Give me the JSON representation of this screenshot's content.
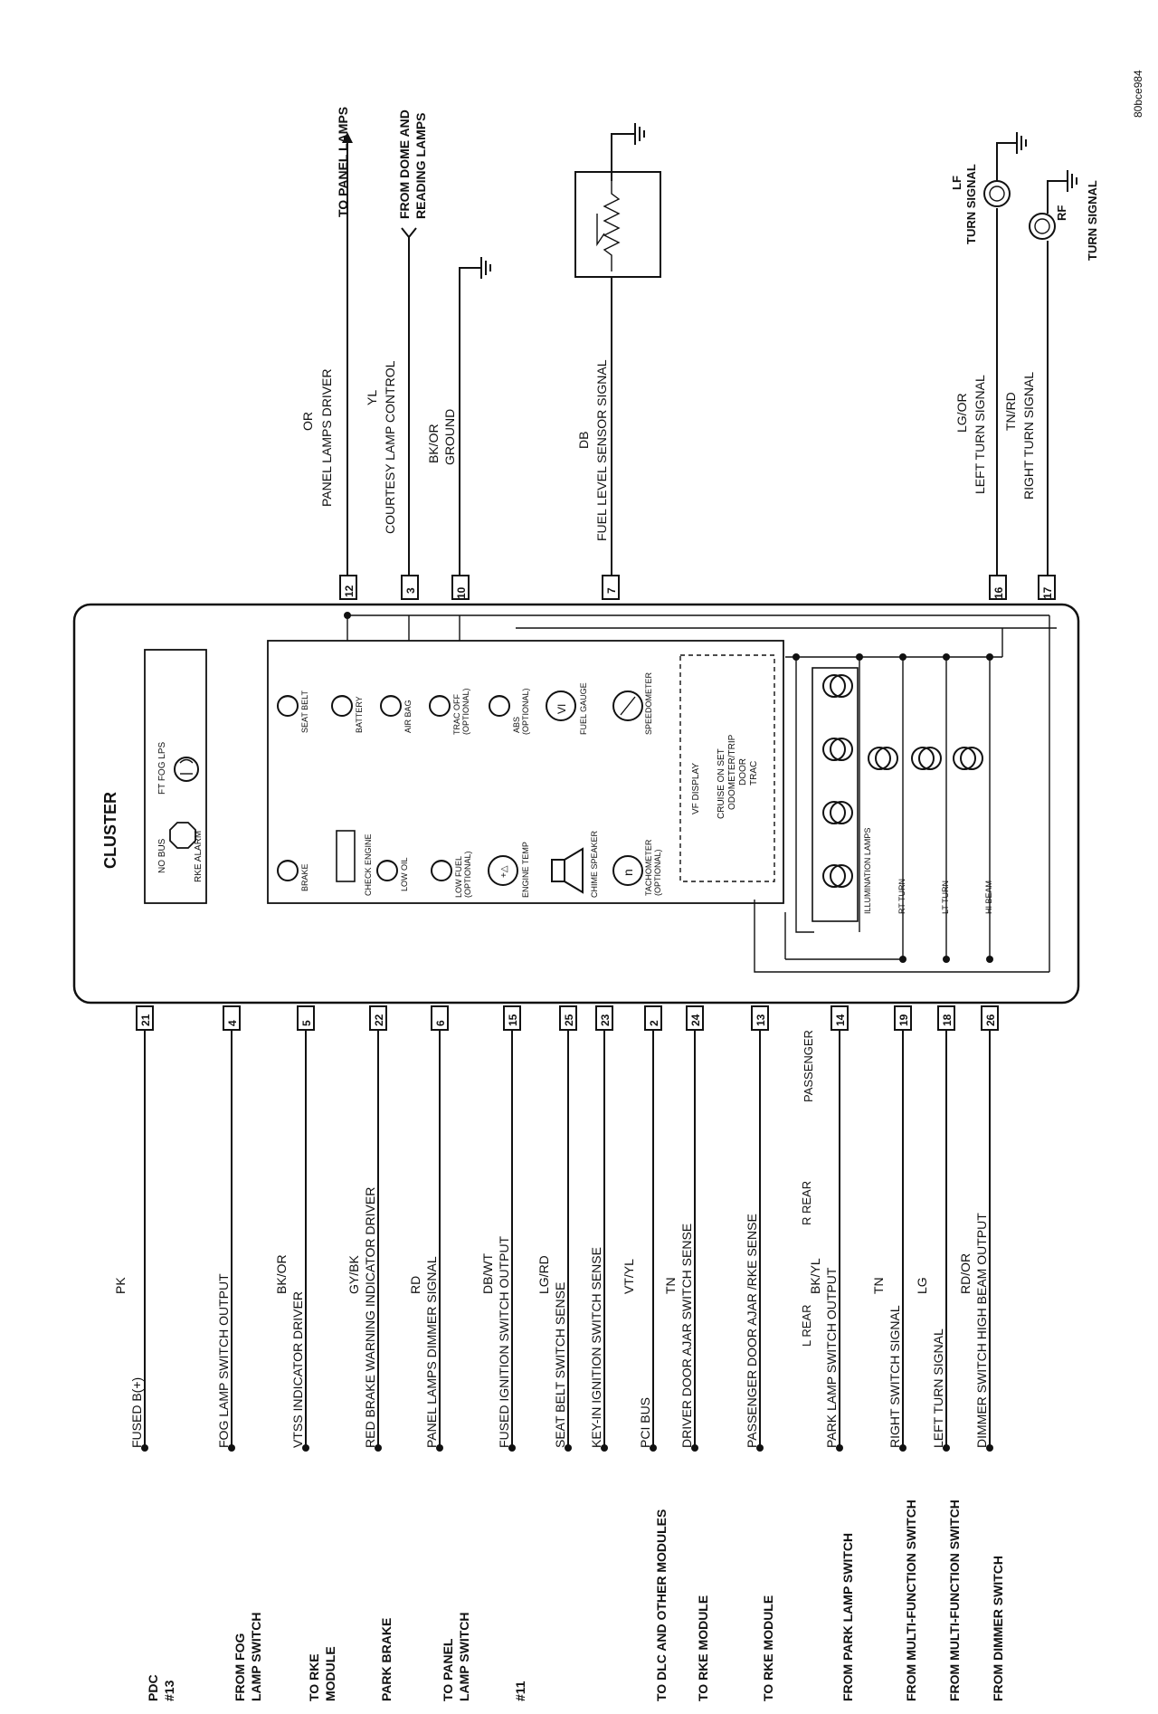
{
  "figure_id": "80bce984",
  "cluster": {
    "title": "CLUSTER",
    "no_bus": "NO BUS",
    "rke_alarm": "RKE ALARM",
    "ft_fog_lps": "FT FOG LPS",
    "indicators": {
      "brake": "BRAKE",
      "check_engine": "CHECK ENGINE",
      "low_oil": "LOW OIL",
      "low_fuel": "LOW FUEL",
      "optional": "(OPTIONAL)",
      "engine_temp": "ENGINE TEMP",
      "chime_speaker": "CHIME SPEAKER",
      "tachometer": "TACHOMETER",
      "seat_belt": "SEAT BELT",
      "battery": "BATTERY",
      "air_bag": "AIR BAG",
      "trac_off": "TRAC OFF",
      "abs": "ABS",
      "fuel_gauge": "FUEL GAUGE",
      "speedometer": "SPEEDOMETER"
    },
    "vf_display": {
      "title": "VF DISPLAY",
      "line1": "CRUISE  ON  SET",
      "line2": "ODOMETER/TRIP",
      "line3": "DOOR",
      "line4": "TRAC"
    },
    "illumination_lamps": "ILLUMINATION LAMPS",
    "rt_turn": "RT TURN",
    "lt_turn": "LT TURN",
    "hi_beam": "HI BEAM"
  },
  "top_pins": [
    {
      "pin": "12",
      "color": "OR",
      "circuit": "PANEL LAMPS DRIVER",
      "dest": "TO PANEL LAMPS"
    },
    {
      "pin": "3",
      "color": "YL",
      "circuit": "COURTESY LAMP CONTROL",
      "dest1": "FROM DOME AND",
      "dest2": "READING LAMPS"
    },
    {
      "pin": "10",
      "color": "BK/OR",
      "circuit": "GROUND"
    },
    {
      "pin": "7",
      "color": "DB",
      "circuit": "FUEL LEVEL SENSOR SIGNAL"
    },
    {
      "pin": "16",
      "color": "LG/OR",
      "circuit": "LEFT TURN SIGNAL",
      "dest1": "LF",
      "dest2": "TURN SIGNAL"
    },
    {
      "pin": "17",
      "color": "TN/RD",
      "circuit": "RIGHT TURN SIGNAL",
      "dest1": "RF",
      "dest2": "TURN SIGNAL"
    }
  ],
  "bottom_pins": [
    {
      "pin": "21",
      "color": "PK",
      "circuit": "FUSED B(+)",
      "dest1": "PDC",
      "dest2": "#13"
    },
    {
      "pin": "4",
      "circuit": "FOG LAMP SWITCH OUTPUT",
      "dest1": "FROM FOG",
      "dest2": "LAMP SWITCH"
    },
    {
      "pin": "5",
      "color": "BK/OR",
      "circuit": "VTSS INDICATOR DRIVER",
      "dest1": "TO RKE",
      "dest2": "MODULE"
    },
    {
      "pin": "22",
      "color": "GY/BK",
      "circuit": "RED BRAKE WARNING INDICATOR DRIVER",
      "dest1": "PARK BRAKE"
    },
    {
      "pin": "6",
      "color": "RD",
      "circuit": "PANEL LAMPS DIMMER SIGNAL",
      "dest1": "TO PANEL",
      "dest2": "LAMP SWITCH"
    },
    {
      "pin": "15",
      "color": "DB/WT",
      "circuit": "FUSED IGNITION SWITCH OUTPUT",
      "dest1": "#11"
    },
    {
      "pin": "25",
      "color": "LG/RD",
      "circuit": "SEAT BELT SWITCH SENSE"
    },
    {
      "pin": "23",
      "circuit": "KEY-IN IGNITION SWITCH SENSE"
    },
    {
      "pin": "2",
      "color": "VT/YL",
      "circuit": "PCI BUS",
      "dest1": "TO DLC AND OTHER MODULES"
    },
    {
      "pin": "24",
      "color": "TN",
      "circuit": "DRIVER DOOR AJAR SWITCH SENSE",
      "dest1": "TO RKE MODULE"
    },
    {
      "pin": "13",
      "circuit": "PASSENGER DOOR AJAR /RKE SENSE",
      "dest1": "TO RKE MODULE"
    },
    {
      "pin": "14",
      "color": "BK/YL",
      "circuit": "PARK LAMP SWITCH OUTPUT",
      "dest1": "FROM PARK LAMP SWITCH"
    },
    {
      "pin": "19",
      "color": "TN",
      "circuit": "RIGHT SWITCH SIGNAL",
      "dest1": "FROM MULTI-FUNCTION SWITCH"
    },
    {
      "pin": "18",
      "color": "LG",
      "circuit": "LEFT TURN SIGNAL",
      "dest1": "FROM MULTI-FUNCTION SWITCH"
    },
    {
      "pin": "26",
      "color": "RD/OR",
      "circuit": "DIMMER SWITCH HIGH BEAM OUTPUT",
      "dest1": "FROM DIMMER SWITCH"
    }
  ],
  "door_switches": {
    "l_rear": "L REAR",
    "r_rear": "R REAR",
    "passenger": "PASSENGER"
  }
}
